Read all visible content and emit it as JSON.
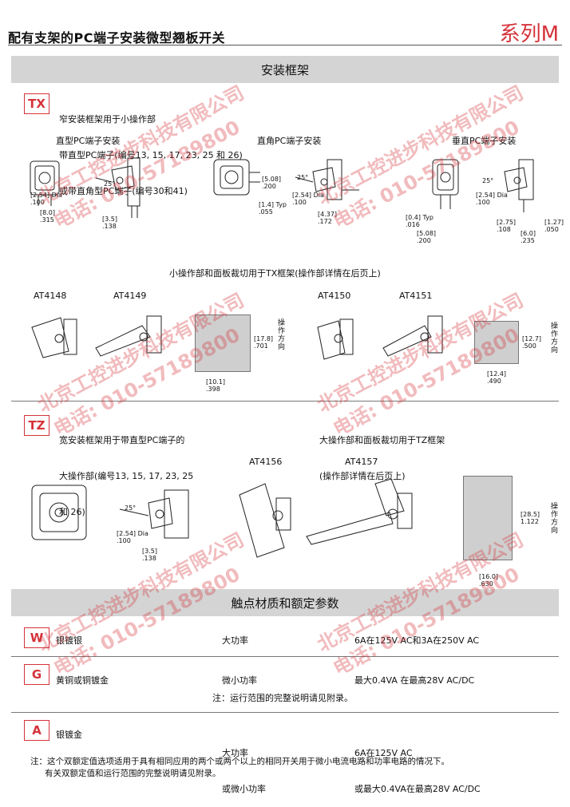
{
  "header": {
    "title": "配有支架的PC端子安装微型翘板开关",
    "series": "系列M"
  },
  "section_mounting": {
    "title": "安装框架",
    "tx": {
      "code": "TX",
      "lines": [
        "窄安装框架用于小操作部",
        "带直型PC端子(编号13, 15, 17, 23, 25 和 26)",
        "或带直角型PC端子(编号30和41)"
      ],
      "caption_straight": "直型PC端子安装",
      "caption_right_angle": "直角PC端子安装",
      "caption_vertical": "垂直PC端子安装",
      "dims_a": [
        "[2.54] Dia",
        ".100",
        "[8.0]",
        ".315",
        "[3.5]",
        ".138",
        "25°"
      ],
      "dims_b": [
        "[5.08]",
        ".200",
        "[1.4] Typ",
        ".055"
      ],
      "dims_c": [
        "25°",
        "[2.54] Dia",
        ".100",
        "[4.37]",
        ".172",
        "[0.4] Typ",
        ".016",
        "[5.08]",
        ".200"
      ],
      "dims_d": [
        "25°",
        "[2.54] Dia",
        ".100",
        "[2.75]",
        ".108",
        "[6.0]",
        ".235",
        "[1.27]",
        ".050"
      ],
      "actuator_note": "小操作部和面板裁切用于TX框架(操作部详情在后页上)",
      "actuators": [
        "AT4148",
        "AT4149",
        "AT4150",
        "AT4151"
      ],
      "panel_dims_1": [
        "[17.8]",
        ".701",
        "[10.1]",
        ".398"
      ],
      "panel_dims_2": [
        "[12.7]",
        ".500",
        "[12.4]",
        ".490"
      ],
      "direction": "操作方向"
    },
    "tz": {
      "code": "TZ",
      "lines": [
        "宽安装框架用于带直型PC端子的",
        "大操作部(编号13, 15, 17, 23, 25",
        "和 26)"
      ],
      "note": "大操作部和面板裁切用于TZ框架",
      "note2": "(操作部详情在后页上)",
      "actuators": [
        "AT4156",
        "AT4157"
      ],
      "dims": [
        "25°",
        "[2.54] Dia",
        ".100",
        "[3.5]",
        ".138"
      ],
      "panel_dims": [
        "[28.5]",
        "1.122",
        "[16.0]",
        ".630"
      ],
      "direction": "操作方向"
    }
  },
  "section_contacts": {
    "title": "触点材质和额定参数",
    "rows": [
      {
        "code": "W",
        "material": "银镀银",
        "type": "大功率",
        "rating": "6A在125V AC和3A在250V AC"
      },
      {
        "code": "G",
        "material": "黄铜或铜镀金",
        "type": "微小功率",
        "rating": "最大0.4VA 在最高28V AC/DC",
        "note": "注：运行范围的完整说明请见附录。"
      },
      {
        "code": "A",
        "material": "银镀金",
        "type": "大功率",
        "type2": "或微小功率",
        "rating": "6A在125V AC",
        "rating2": "或最大0.4VA在最高28V AC/DC"
      }
    ],
    "footnote1": "注：这个双额定值选项适用于具有相同应用的两个或两个以上的相同开关用于微小电流电路和功率电路的情况下。",
    "footnote2": "有关双额定值和运行范围的完整说明请见附录。"
  },
  "watermark": {
    "company": "北京工控进步科技有限公司",
    "phone": "电话: 010-57189800"
  },
  "colors": {
    "accent": "#d5333a",
    "band": "#d4d4d4",
    "panel": "#cfcfcf"
  }
}
